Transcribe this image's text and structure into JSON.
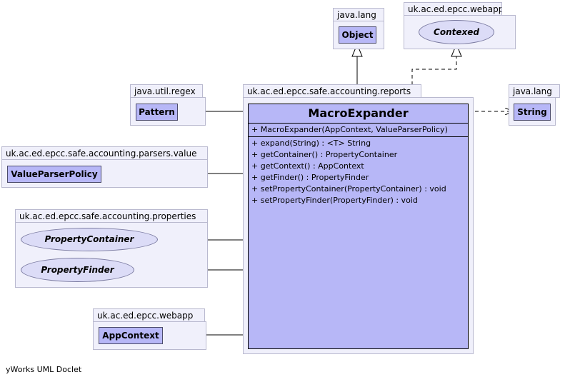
{
  "packages": {
    "java_lang_top": "java.lang",
    "webapp_top": "uk.ac.ed.epcc.webapp",
    "regex": "java.util.regex",
    "reports": "uk.ac.ed.epcc.safe.accounting.reports",
    "java_lang_right": "java.lang",
    "parsers": "uk.ac.ed.epcc.safe.accounting.parsers.value",
    "properties": "uk.ac.ed.epcc.safe.accounting.properties",
    "webapp_bottom": "uk.ac.ed.epcc.webapp"
  },
  "classes": {
    "object": "Object",
    "contexed": "Contexed",
    "pattern": "Pattern",
    "string": "String",
    "value_parser_policy": "ValueParserPolicy",
    "property_container": "PropertyContainer",
    "property_finder": "PropertyFinder",
    "app_context": "AppContext"
  },
  "main_class": {
    "name": "MacroExpander",
    "constructor": "+  MacroExpander(AppContext, ValueParserPolicy)",
    "operations": [
      "+  expand(String) : <T> String",
      "+  getContainer() : PropertyContainer",
      "+  getContext() : AppContext",
      "+  getFinder() : PropertyFinder",
      "+  setPropertyContainer(PropertyContainer) : void",
      "+  setPropertyFinder(PropertyFinder) : void"
    ]
  },
  "footer": "yWorks UML Doclet"
}
